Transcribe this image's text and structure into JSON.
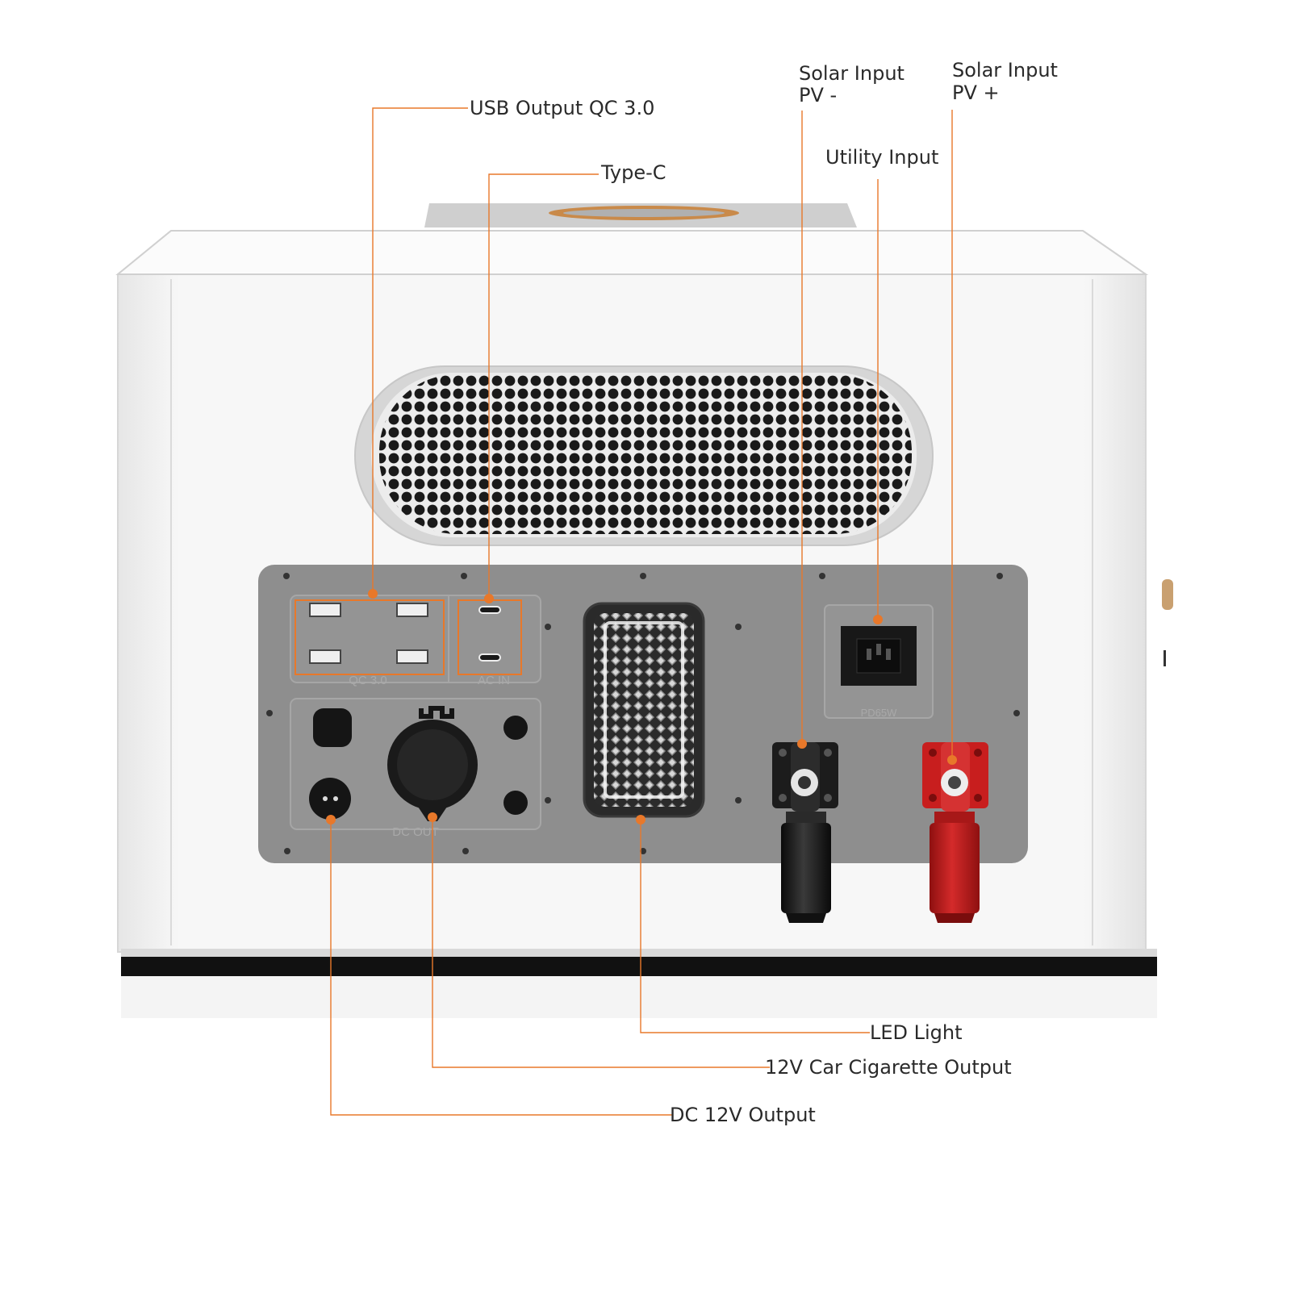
{
  "callouts": {
    "usb_output": "USB Output QC 3.0",
    "type_c": "Type-C",
    "solar_minus_line1": "Solar Input",
    "solar_minus_line2": "PV -",
    "solar_plus_line1": "Solar Input",
    "solar_plus_line2": "PV +",
    "utility_input": "Utility Input",
    "led_light": "LED Light",
    "car_output": "12V Car Cigarette Output",
    "dc_output": "DC 12V Output"
  },
  "panel_labels": {
    "qc": "QC  3.0",
    "ac_in": "AC  IN",
    "dc_out": "DC  OUT",
    "pd": "PD65W"
  },
  "colors": {
    "leader": "#e8782a",
    "body": "#f2f2f2",
    "panel": "#8e8e8e",
    "panel_dark": "#7d7d7d",
    "red_terminal": "#c81e1e",
    "black_terminal": "#1c1c1c"
  }
}
